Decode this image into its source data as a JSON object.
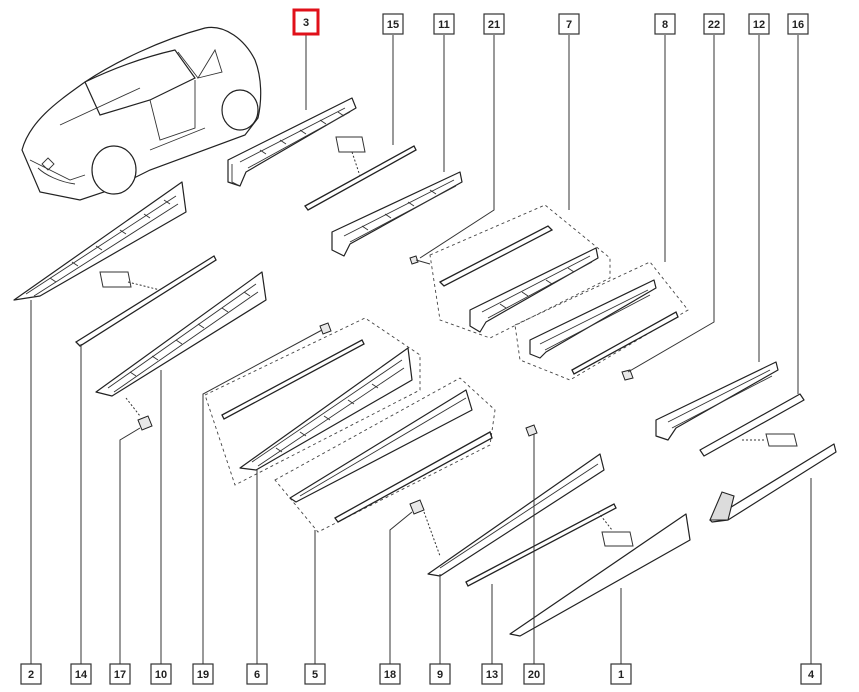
{
  "diagram": {
    "highlighted_part": "3",
    "callouts_top": [
      "3",
      "15",
      "11",
      "21",
      "7",
      "8",
      "22",
      "12",
      "16"
    ],
    "callouts_bottom": [
      "2",
      "14",
      "17",
      "10",
      "19",
      "6",
      "5",
      "18",
      "9",
      "13",
      "20",
      "1",
      "4"
    ]
  }
}
